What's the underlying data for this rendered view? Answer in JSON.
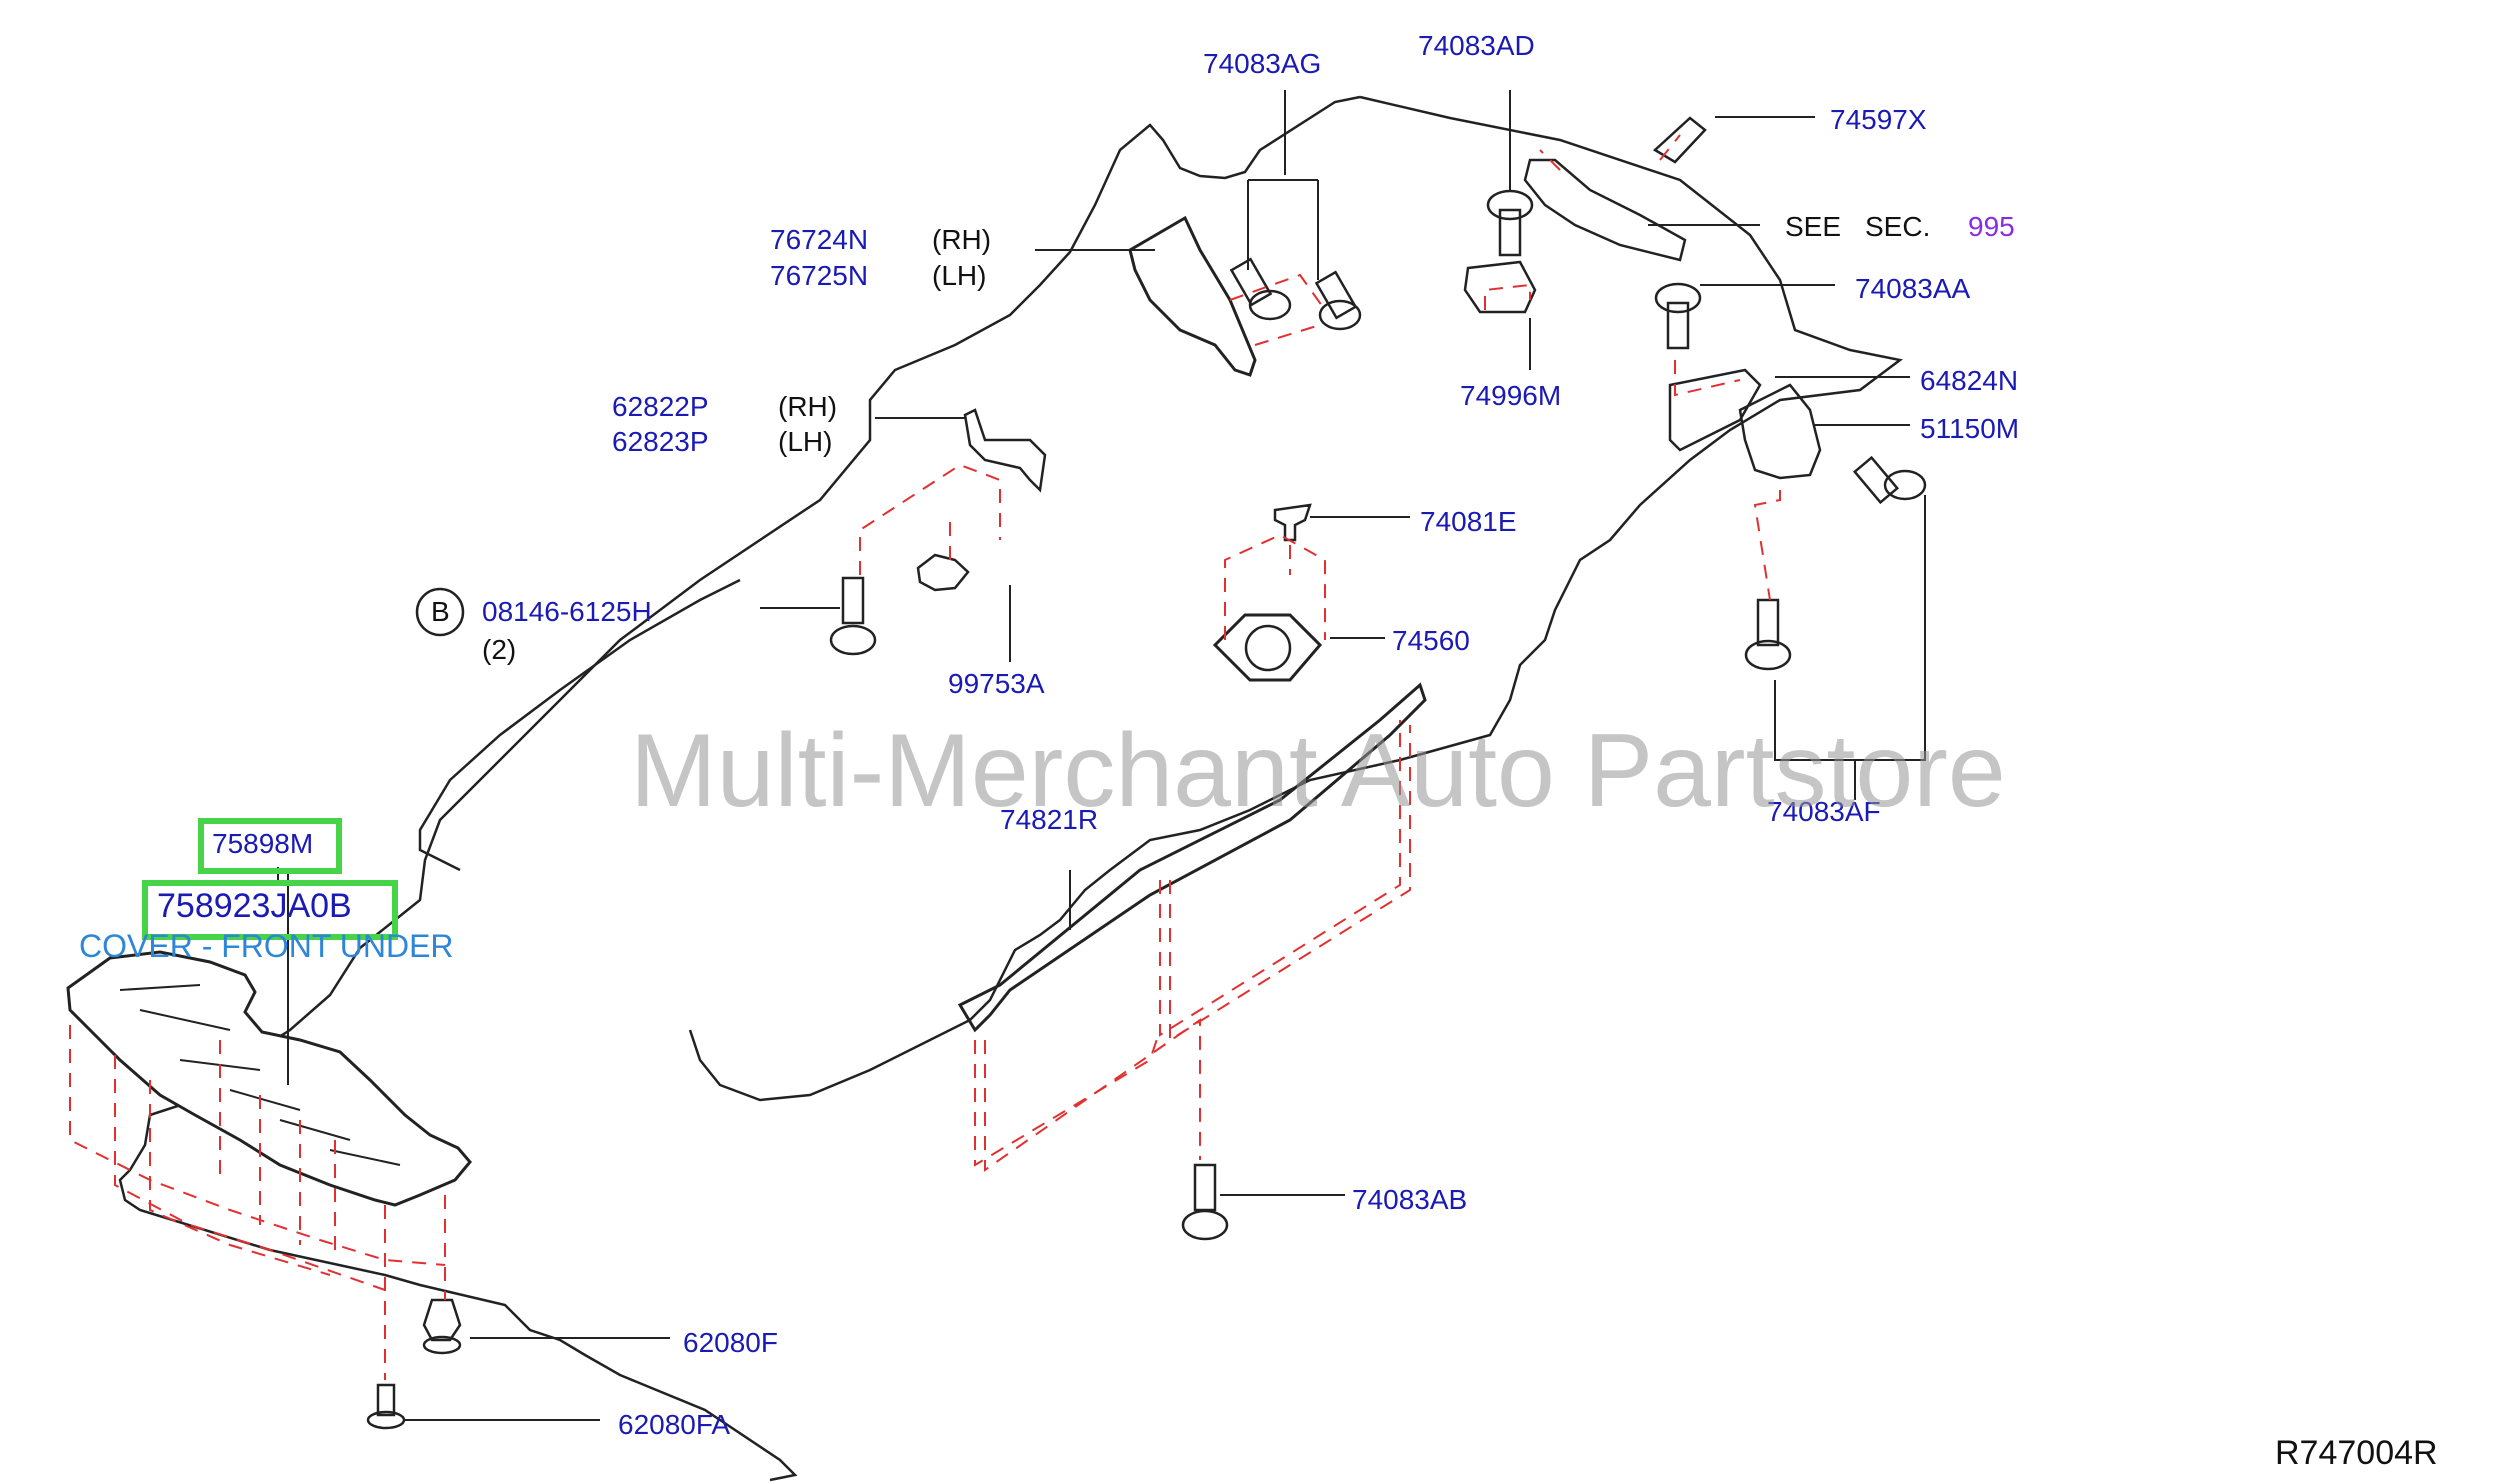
{
  "colors": {
    "part_number": "#1a1ab4",
    "highlight_border": "#48d448",
    "description": "#2e86d8",
    "section_link": "#8a2be2",
    "dashed_guides": "#e23030",
    "outline": "#222222"
  },
  "watermark": "Multi-Merchant Auto Partstore",
  "reference_code": "R747004R",
  "selected": {
    "part_a": "75898M",
    "part_b": "758923JA0B",
    "description": "COVER - FRONT UNDER"
  },
  "see_sec": {
    "see": "SEE",
    "sec": "SEC.",
    "number": "995"
  },
  "bubble": {
    "letter": "B",
    "part": "08146-6125H",
    "qty": "(2)"
  },
  "callouts": {
    "p74083AG": "74083AG",
    "p74083AD": "74083AD",
    "p74597X": "74597X",
    "p76724N": "76724N",
    "p76724N_side": "(RH)",
    "p76725N": "76725N",
    "p76725N_side": "(LH)",
    "p74083AA": "74083AA",
    "p74996M": "74996M",
    "p62822P": "62822P",
    "p62822P_side": "(RH)",
    "p62823P": "62823P",
    "p62823P_side": "(LH)",
    "p64824N": "64824N",
    "p51150M": "51150M",
    "p74081E": "74081E",
    "p74560": "74560",
    "p99753A": "99753A",
    "p74083AF": "74083AF",
    "p74821R": "74821R",
    "p74083AB": "74083AB",
    "p62080F": "62080F",
    "p62080FA": "62080FA"
  }
}
